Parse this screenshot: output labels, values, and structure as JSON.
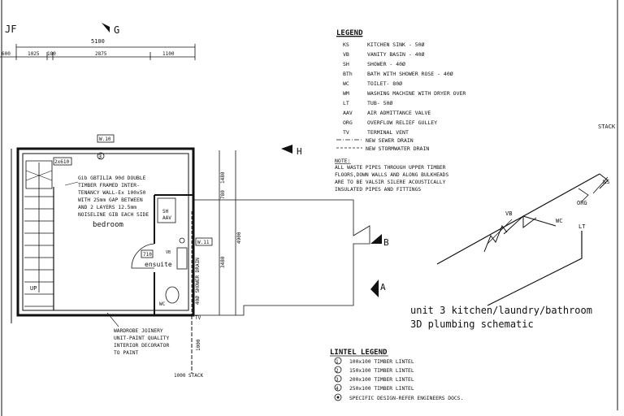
{
  "grid_marks": {
    "f": "JF",
    "g": "G",
    "h": "H",
    "a": "A",
    "b": "B"
  },
  "dims": {
    "top_total": "5100",
    "d1": "600",
    "d2": "1025",
    "d3": "180",
    "d4": "2875",
    "d5": "1100",
    "right1": "1480",
    "right2": "780",
    "right_total": "4900",
    "right3": "3480",
    "bottom_right": "1000",
    "stack_label": "1000 STACK"
  },
  "plan": {
    "wall_tag": "W.10",
    "wall_tag2": "W.11",
    "lintel_mark": "3",
    "lintel_size": "2x610",
    "wall_note": [
      "Gib GBTILIA 90d DOUBLE",
      "TIMBER FRAMED INTER-",
      "TENANCY WALL-Ex 100x50",
      "WITH 25mm GAP BETWEEN",
      "AND 2 LAYERS 12.5mm",
      "NOISELINE GIB EACH SIDE"
    ],
    "room_bedroom": "bedroom",
    "room_ensuite": "ensuite",
    "door_tag": "710",
    "shower_tag": "SH",
    "aav_tag": "AAV",
    "vb_tag": "VB",
    "wc_tag": "WC",
    "tv_tag": "TV",
    "stair_label": "UP",
    "drain_label": "40Ø SHOWER DRAIN",
    "wardrobe_note": [
      "WARDROBE JOINERY",
      "UNIT-PAINT QUALITY",
      "INTERIOR DECORATOR",
      "TO PAINT"
    ]
  },
  "legend": {
    "title": "LEGEND",
    "items": [
      {
        "code": "KS",
        "desc": "KITCHEN SINK - 50Ø"
      },
      {
        "code": "VB",
        "desc": "VANITY BASIN - 40Ø"
      },
      {
        "code": "SH",
        "desc": "SHOWER - 40Ø"
      },
      {
        "code": "BTh",
        "desc": "BATH WITH SHOWER ROSE - 40Ø"
      },
      {
        "code": "WC",
        "desc": "TOILET- 80Ø"
      },
      {
        "code": "WM",
        "desc": "WASHING MACHINE WITH DRYER OVER"
      },
      {
        "code": "LT",
        "desc": "TUB- 50Ø"
      },
      {
        "code": "AAV",
        "desc": "AIR ADMITTANCE VALVE"
      },
      {
        "code": "ORG",
        "desc": "OVERFLOW RELIEF GULLEY"
      },
      {
        "code": "TV",
        "desc": "TERMINAL VENT"
      }
    ],
    "sewer": "NEW SEWER DRAIN",
    "storm": "NEW STORMWATER DRAIN",
    "note_title": "NOTE:",
    "note_lines": [
      "ALL WASTE PIPES THROUGH UPPER TIMBER",
      "FLOORS,DOWN WALLS AND ALONG BULKHEADS",
      "ARE TO BE VALSIR SILERE ACOUSTICALLY",
      "INSULATED PIPES AND FITTINGS"
    ]
  },
  "schematic": {
    "stack": "STACK",
    "ks": "KS",
    "org": "ORG",
    "vb": "VB",
    "wc": "WC",
    "lt": "LT",
    "title1": "unit 3 kitchen/laundry/bathroom",
    "title2": "3D plumbing schematic"
  },
  "lintel_legend": {
    "title": "LINTEL LEGEND",
    "items": [
      {
        "mark": "1",
        "desc": "100x100 TIMBER LINTEL"
      },
      {
        "mark": "2",
        "desc": "150x100 TIMBER LINTEL"
      },
      {
        "mark": "3",
        "desc": "200x100 TIMBER LINTEL"
      },
      {
        "mark": "4",
        "desc": "250x100 TIMBER LINTEL"
      },
      {
        "mark": "",
        "desc": "SPECIFIC DESIGN-REFER ENGINEERS DOCS."
      }
    ]
  }
}
